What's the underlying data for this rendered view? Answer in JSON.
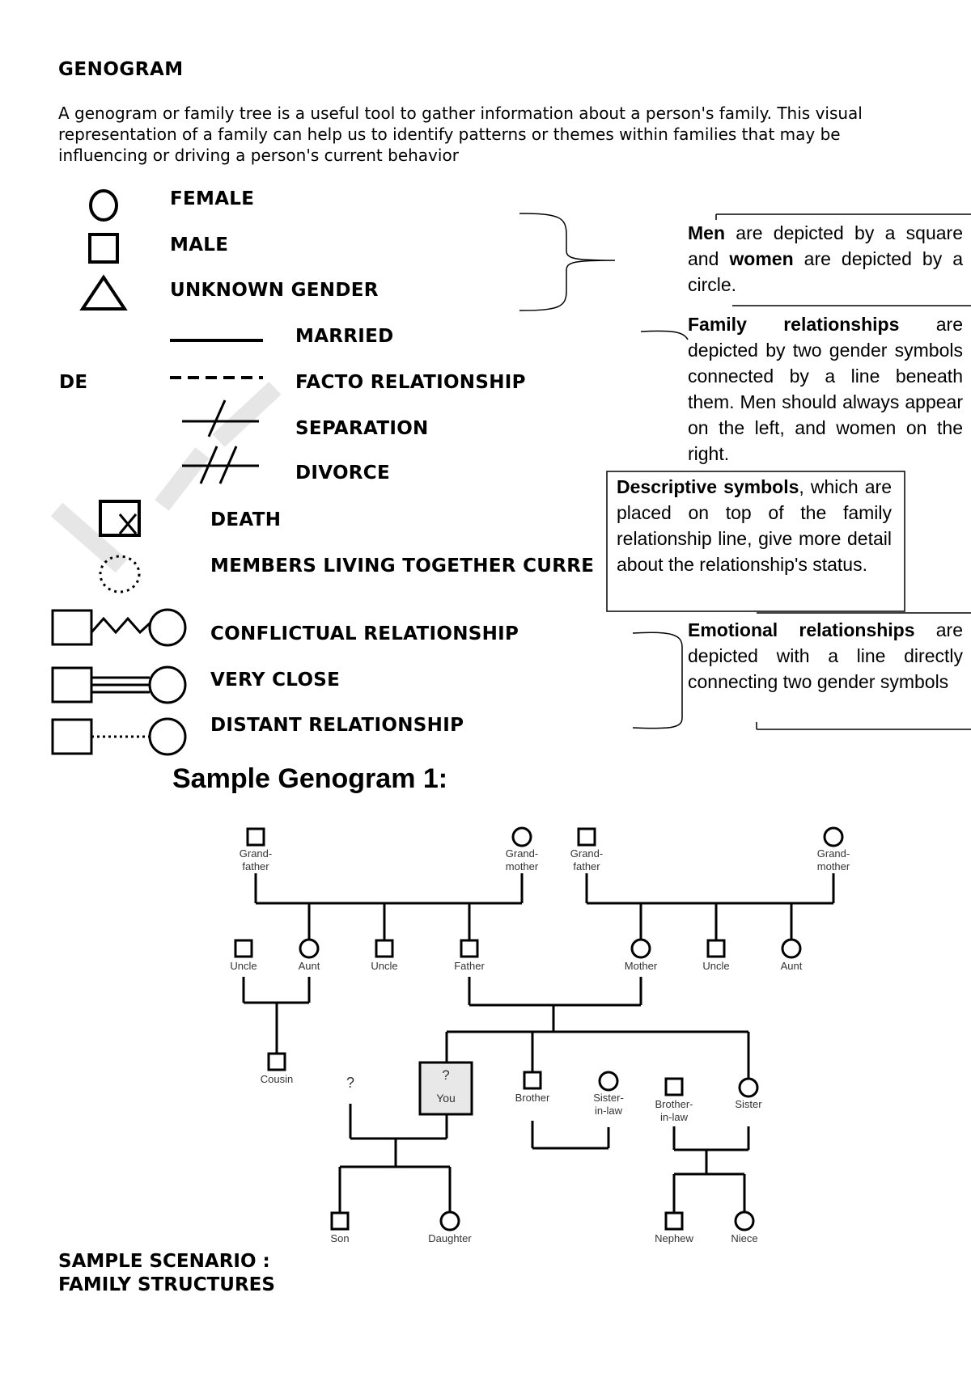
{
  "heading": "GENOGRAM",
  "intro": "A genogram or family tree is a useful tool to gather information about a person's family. This visual representation of a family can help us to identify patterns or themes within families that may be influencing or driving a person's current behavior",
  "legend": {
    "female": "FEMALE",
    "male": "MALE",
    "unknown": "UNKNOWN GENDER",
    "married": "MARRIED",
    "de": "DE",
    "facto": "FACTO RELATIONSHIP",
    "separation": "SEPARATION",
    "divorce": "DIVORCE",
    "death": "DEATH",
    "living": "MEMBERS LIVING TOGETHER CURRE",
    "conflictual": "CONFLICTUAL RELATIONSHIP",
    "close": "VERY CLOSE",
    "distant": "DISTANT RELATIONSHIP"
  },
  "notes": {
    "gender_bold1": "Men",
    "gender_text1": " are depicted by a square and ",
    "gender_bold2": "women",
    "gender_text2": " are depicted by a circle.",
    "family_bold": "Family relationships",
    "family_text": " are depicted by two gender symbols connected by a line beneath them. Men should always appear on the left, and women on the right.",
    "desc_bold": "Descriptive symbols",
    "desc_text": ", which are placed on top of the family relationship line, give more detail about the relationship's status.",
    "emo_bold": "Emotional relationships",
    "emo_text": " are depicted with a line directly connecting two gender symbols"
  },
  "sample": {
    "title": "Sample Genogram 1:",
    "labels": {
      "gf1": "Grand-\nfather",
      "gm1": "Grand-\nmother",
      "gf2": "Grand-\nfather",
      "gm2": "Grand-\nmother",
      "uncle1": "Uncle",
      "aunt1": "Aunt",
      "uncle2": "Uncle",
      "father": "Father",
      "mother": "Mother",
      "uncle3": "Uncle",
      "aunt2": "Aunt",
      "cousin": "Cousin",
      "unknown_mark": "?",
      "you_mark": "?",
      "you": "You",
      "brother": "Brother",
      "sister_in_law": "Sister-\nin-law",
      "brother_in_law": "Brother-\nin-law",
      "sister": "Sister",
      "son": "Son",
      "daughter": "Daughter",
      "nephew": "Nephew",
      "niece": "Niece"
    }
  },
  "scenario": {
    "line1": "SAMPLE SCENARIO :",
    "line2": "FAMILY STRUCTURES"
  }
}
